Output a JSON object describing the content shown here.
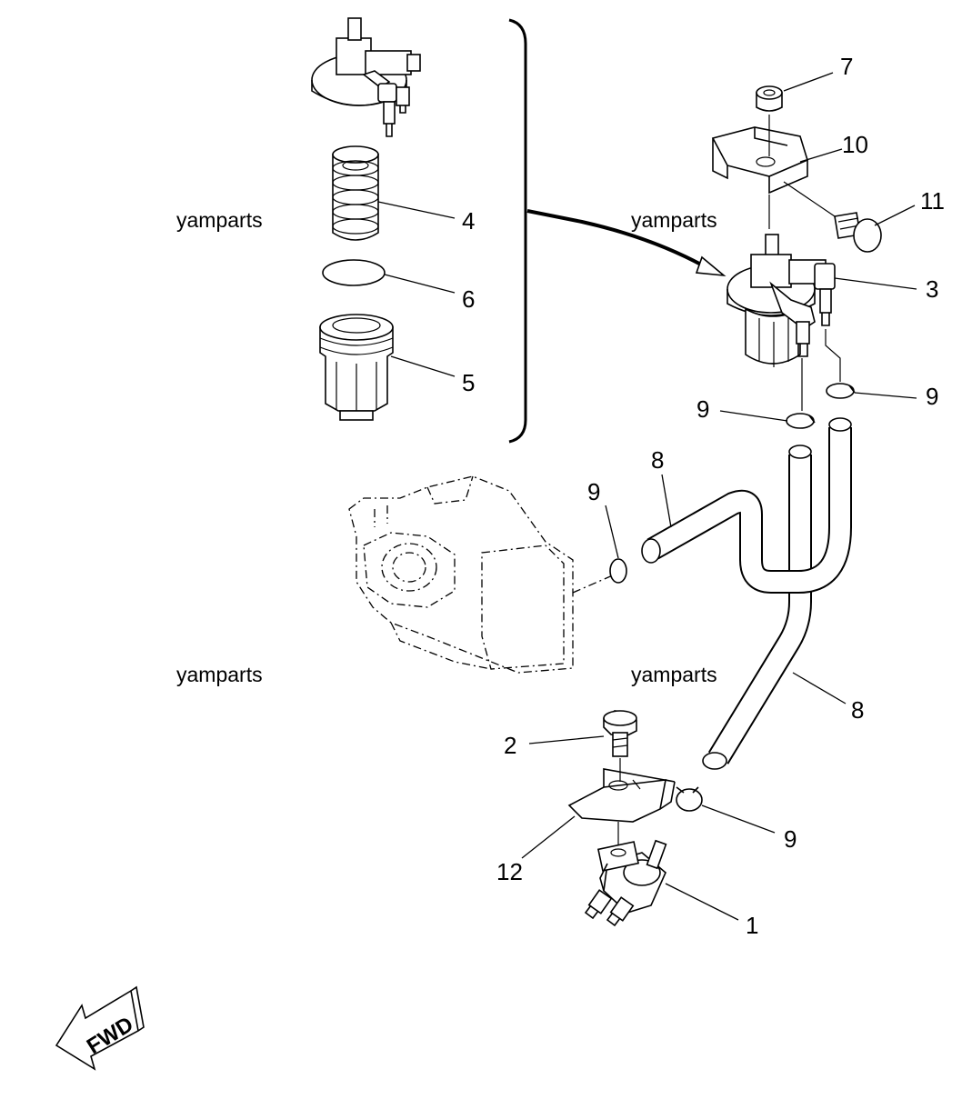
{
  "watermarks": [
    "yamparts",
    "yamparts",
    "yamparts",
    "yamparts"
  ],
  "callouts": {
    "c1": "1",
    "c2": "2",
    "c3": "3",
    "c4": "4",
    "c5": "5",
    "c6": "6",
    "c7": "7",
    "c8a": "8",
    "c8b": "8",
    "c9a": "9",
    "c9b": "9",
    "c9c": "9",
    "c9d": "9",
    "c10": "10",
    "c11": "11",
    "c12": "12"
  },
  "fwd_arrow": {
    "label": "FWD"
  },
  "icons": [
    "fwd-arrow-icon"
  ],
  "colors": {
    "line": "#000000",
    "background": "#ffffff"
  }
}
